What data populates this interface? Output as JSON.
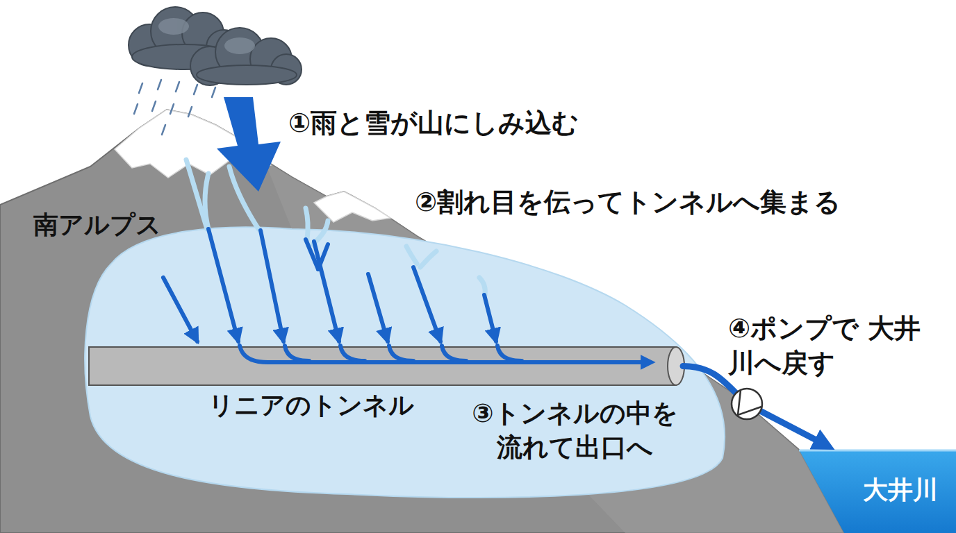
{
  "diagram": {
    "nodes": [
      {
        "text": [
          "リニアのトンネル"
        ]
      },
      {
        "text": [
          "大井川"
        ]
      }
    ],
    "edges": [
      {
        "from": 0,
        "to": 1,
        "arrow": "to",
        "label": "④ポンプで 大井川へ戻す"
      }
    ],
    "labels": [
      "①雨と雪が山にしみ込む",
      "②割れ目を伝ってトンネルへ集まる",
      "南アルプス",
      "③トンネルの中を 流れて出口へ"
    ]
  }
}
